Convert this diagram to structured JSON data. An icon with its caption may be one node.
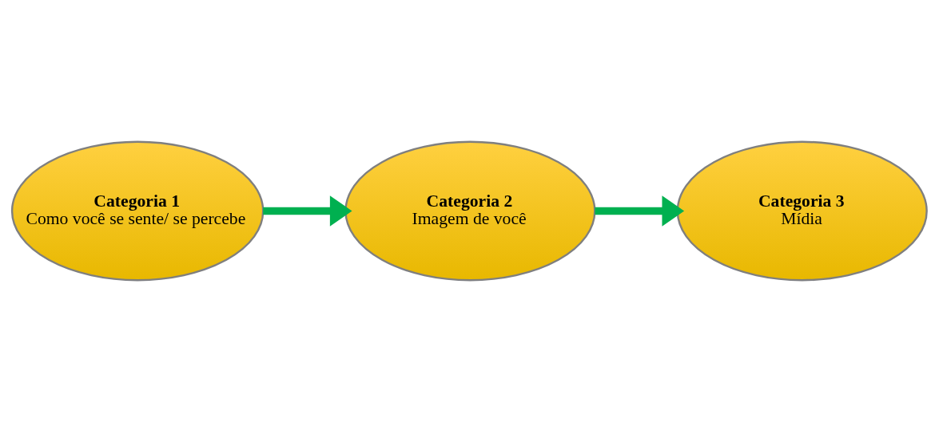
{
  "diagram": {
    "nodes": [
      {
        "text": [
          "Categoria 1",
          "Como você se sente/ se percebe"
        ]
      },
      {
        "text": [
          "Categoria 2",
          "Imagem de você"
        ]
      },
      {
        "text": [
          "Categoria 3",
          "Mídia"
        ]
      }
    ],
    "edges": [
      {
        "from": 0,
        "to": 1,
        "arrow": "to"
      },
      {
        "from": 1,
        "to": 2,
        "arrow": "to"
      }
    ]
  }
}
